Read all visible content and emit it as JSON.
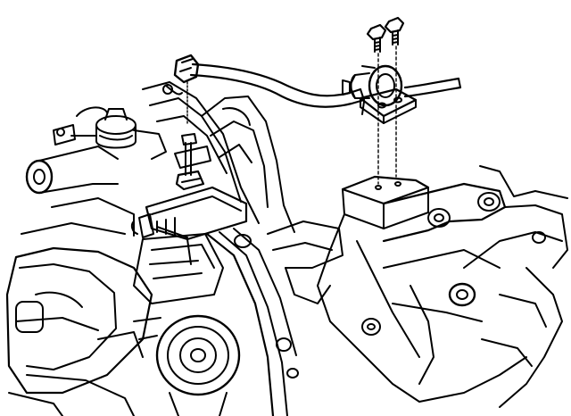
{
  "diagram": {
    "kind": "exploded-line-drawing",
    "subject": "vacuum-solenoid-valve-assembly",
    "parts": [
      {
        "name": "mounting-bolt",
        "count": 2
      },
      {
        "name": "vacuum-solenoid",
        "count": 1
      },
      {
        "name": "mounting-bracket",
        "count": 1
      },
      {
        "name": "vacuum-hose",
        "count": 1
      },
      {
        "name": "hose-end-fitting",
        "count": 1
      },
      {
        "name": "bracket-mount-pad",
        "count": 1
      },
      {
        "name": "stud-and-nut",
        "count": 1
      },
      {
        "name": "throttle-sensor-housing",
        "count": 1
      },
      {
        "name": "reservoir-cap",
        "count": 1
      }
    ],
    "colors": {
      "line": "#000000",
      "background": "#ffffff"
    },
    "labels": []
  }
}
